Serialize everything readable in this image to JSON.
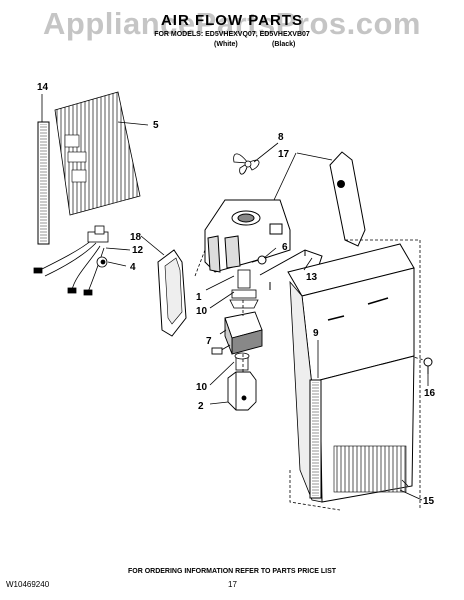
{
  "watermark": "AppliancePartsPros.com",
  "header": {
    "title": "AIR FLOW PARTS",
    "models_line": "FOR MODELS: ED5VHEXVQ07, ED5VHEXVB07",
    "color_white": "(White)",
    "color_black": "(Black)"
  },
  "callouts": [
    "14",
    "5",
    "8",
    "17",
    "18",
    "6",
    "12",
    "4",
    "13",
    "1",
    "10",
    "7",
    "9",
    "16",
    "10",
    "2",
    "15"
  ],
  "footer": {
    "order_info": "FOR ORDERING INFORMATION REFER TO PARTS PRICE LIST",
    "doc_number": "W10469240",
    "page_number": "17"
  },
  "colors": {
    "line": "#000000",
    "hatch": "#555555",
    "watermark": "#969696"
  }
}
